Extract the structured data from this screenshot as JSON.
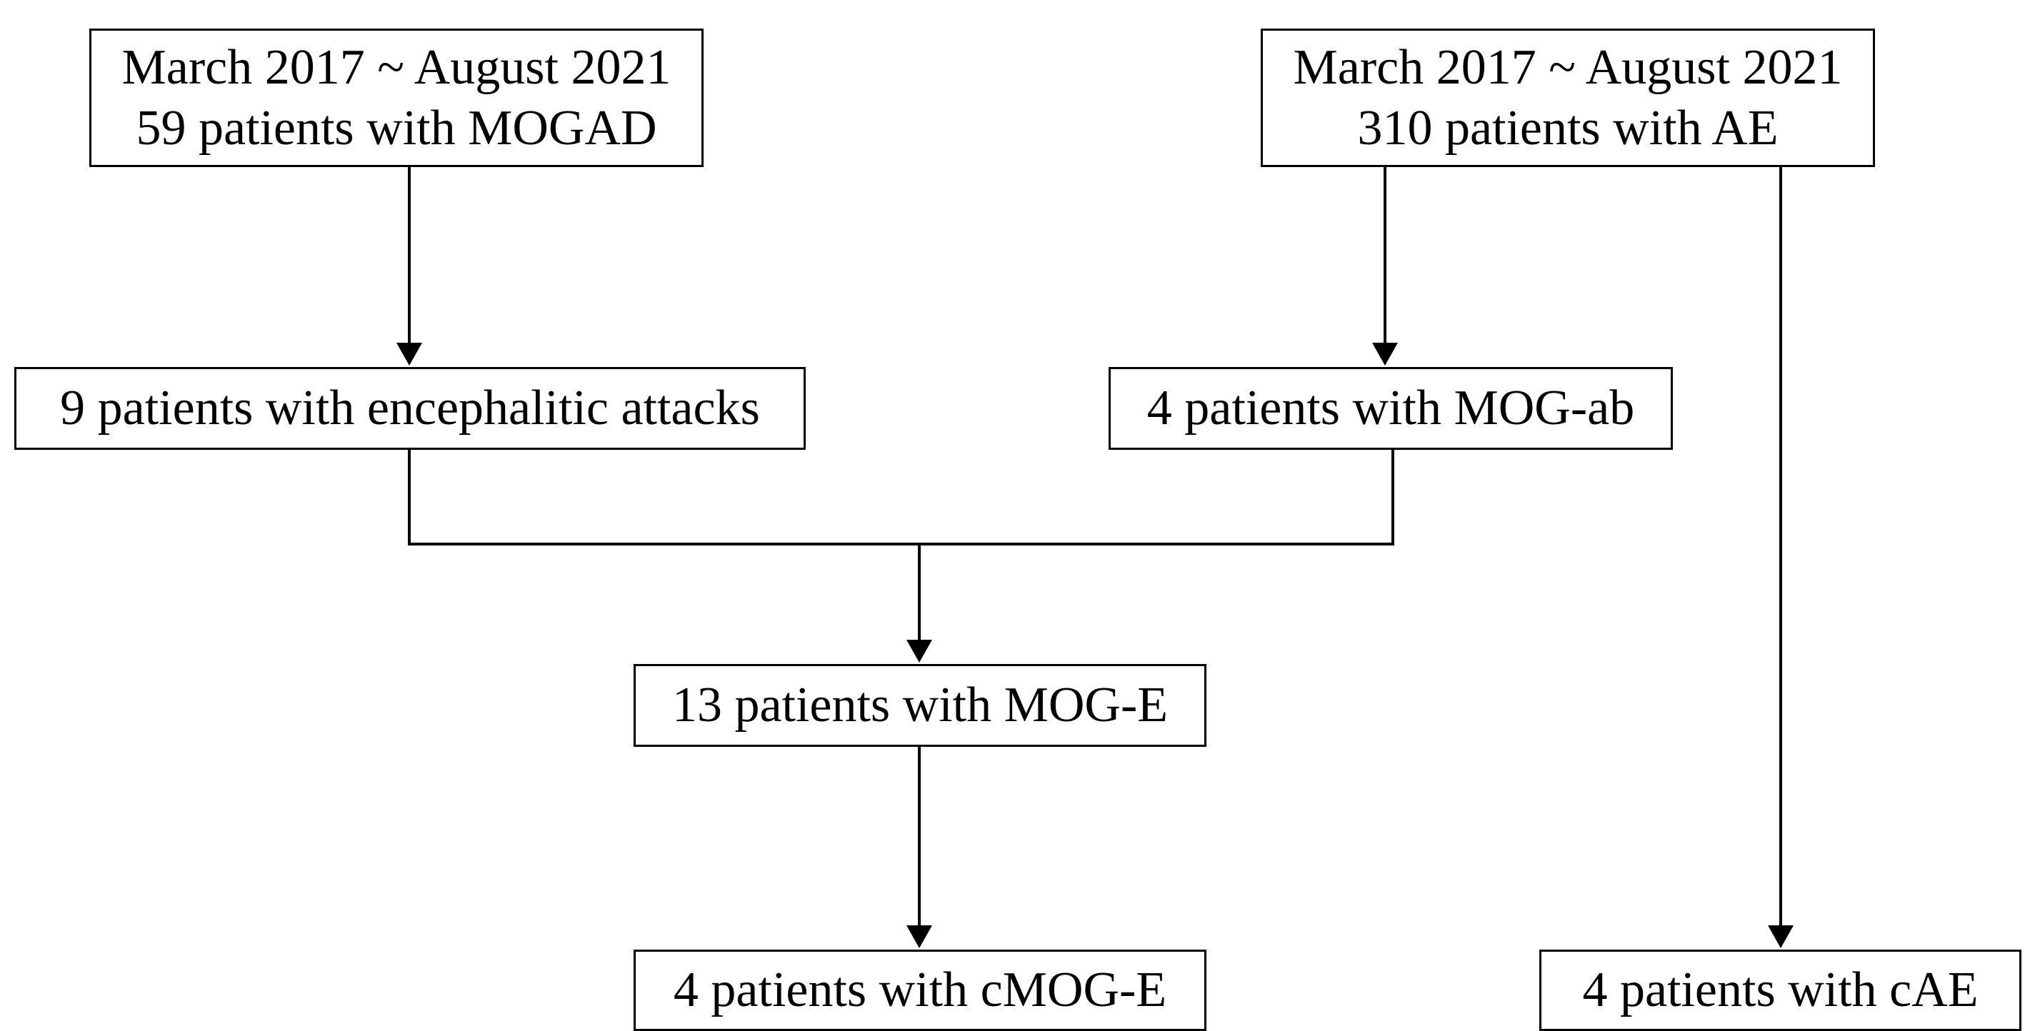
{
  "flowchart": {
    "mogad_source": {
      "line1": "March 2017 ~ August 2021",
      "line2": "59 patients with MOGAD"
    },
    "ae_source": {
      "line1": "March 2017 ~ August 2021",
      "line2": "310 patients with AE"
    },
    "encephalitic": {
      "label": "9 patients with encephalitic attacks"
    },
    "mog_ab": {
      "label": "4 patients with MOG-ab"
    },
    "mog_e": {
      "label": "13 patients with MOG-E"
    },
    "cmog_e": {
      "label": "4 patients with cMOG-E"
    },
    "cae": {
      "label": "4 patients with cAE"
    }
  },
  "colors": {
    "line": "#000000",
    "box_border": "#000000",
    "background": "#ffffff"
  }
}
